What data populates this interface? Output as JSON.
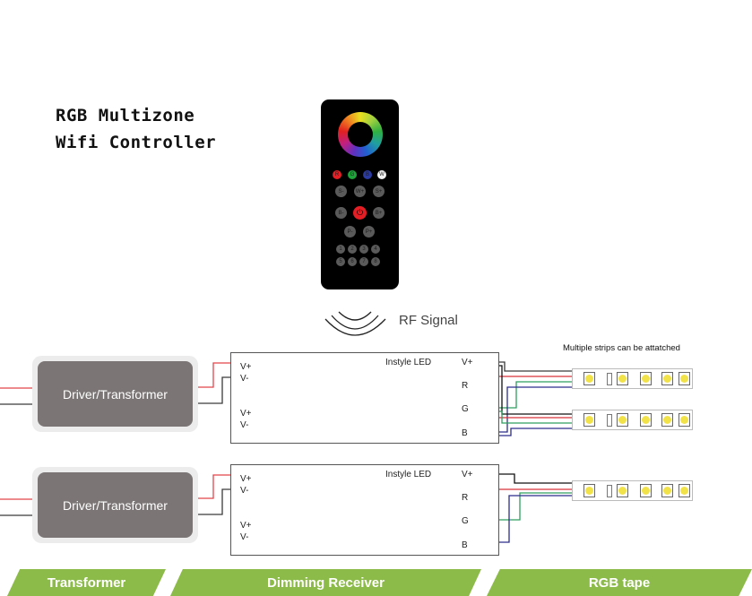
{
  "title": {
    "line1": "RGB Multizone",
    "line2": "Wifi Controller"
  },
  "remote": {
    "color_buttons": [
      {
        "label": "R",
        "color": "#e31e24"
      },
      {
        "label": "G",
        "color": "#1fa23a"
      },
      {
        "label": "B",
        "color": "#2a3aa0"
      },
      {
        "label": "W",
        "color": "#f2f2f2"
      }
    ],
    "row2": [
      "S-",
      "W+",
      "S+"
    ],
    "row3": [
      "B-",
      "power",
      "B+"
    ],
    "power_color": "#e31e24",
    "row4": [
      "P-",
      "P+"
    ],
    "zones_row1": [
      "1",
      "2",
      "3",
      "4"
    ],
    "zones_row2": [
      "5",
      "6",
      "7",
      "8"
    ]
  },
  "rf_signal": {
    "label": "RF Signal"
  },
  "drivers": [
    {
      "label": "Driver/Transformer"
    },
    {
      "label": "Driver/Transformer"
    }
  ],
  "receivers": [
    {
      "brand": "Instyle LED",
      "inputs": [
        "V+",
        "V-",
        "V+",
        "V-"
      ],
      "outputs": [
        "V+",
        "R",
        "G",
        "B"
      ]
    },
    {
      "brand": "Instyle LED",
      "inputs": [
        "V+",
        "V-",
        "V+",
        "V-"
      ],
      "outputs": [
        "V+",
        "R",
        "G",
        "B"
      ]
    }
  ],
  "strips_note": "Multiple strips can be attatched",
  "wire_colors": {
    "positive": "#e0454a",
    "negative": "#3a3a3a",
    "red": "#d6303a",
    "green": "#2e9e5e",
    "blue": "#2c2c8c",
    "common": "#111111"
  },
  "banners": [
    {
      "label": "Transformer"
    },
    {
      "label": "Dimming Receiver"
    },
    {
      "label": "RGB tape"
    }
  ],
  "accent_color": "#8dbb4a"
}
